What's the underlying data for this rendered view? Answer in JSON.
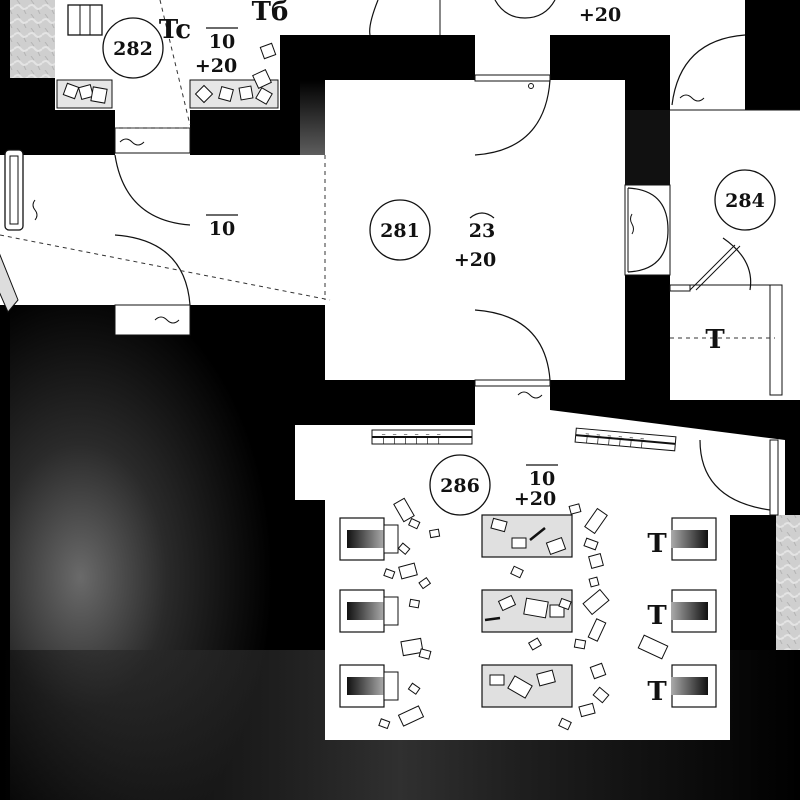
{
  "rooms": [
    {
      "number": "282"
    },
    {
      "number": "281"
    },
    {
      "number": "284"
    },
    {
      "number": "286"
    }
  ],
  "elevations": {
    "top_center": "+20",
    "room_282_ceiling": "10",
    "room_282_floor": "+20",
    "corridor_ceiling": "10",
    "room_281_ceiling": "23",
    "room_281_floor": "+20",
    "room_286_ceiling": "10",
    "room_286_floor": "+20"
  },
  "trap_markers": {
    "tc": "Tc",
    "tb": "Tб",
    "t_284": "T",
    "t_286_a": "T",
    "t_286_b": "T",
    "t_286_c": "T"
  },
  "icons": {
    "wall": "shaded-wall",
    "door": "door-swing-arc",
    "rubble": "rubble-debris",
    "bed": "bed-frame",
    "table": "table",
    "rack": "weapon-rack",
    "ladder": "ladder",
    "statue": "statue-column"
  },
  "colors": {
    "wall": "#000000",
    "floor": "#ffffff",
    "stone": "#c8c8c8",
    "rubble_fill": "#e6e6e6"
  }
}
